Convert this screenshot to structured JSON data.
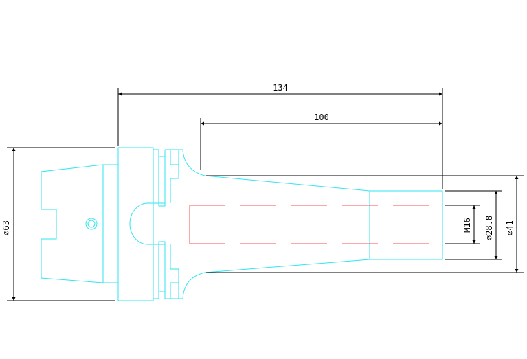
{
  "dimensions": {
    "overall_length": "134",
    "shank_length": "100",
    "flange_diameter": "⌀63",
    "shank_diameter": "⌀41",
    "bore_diameter": "⌀28.8",
    "thread": "M16"
  },
  "colors": {
    "outline": "#2ee6f2",
    "hidden": "#ff4d4d",
    "dimension": "#000000",
    "background": "#ffffff"
  }
}
